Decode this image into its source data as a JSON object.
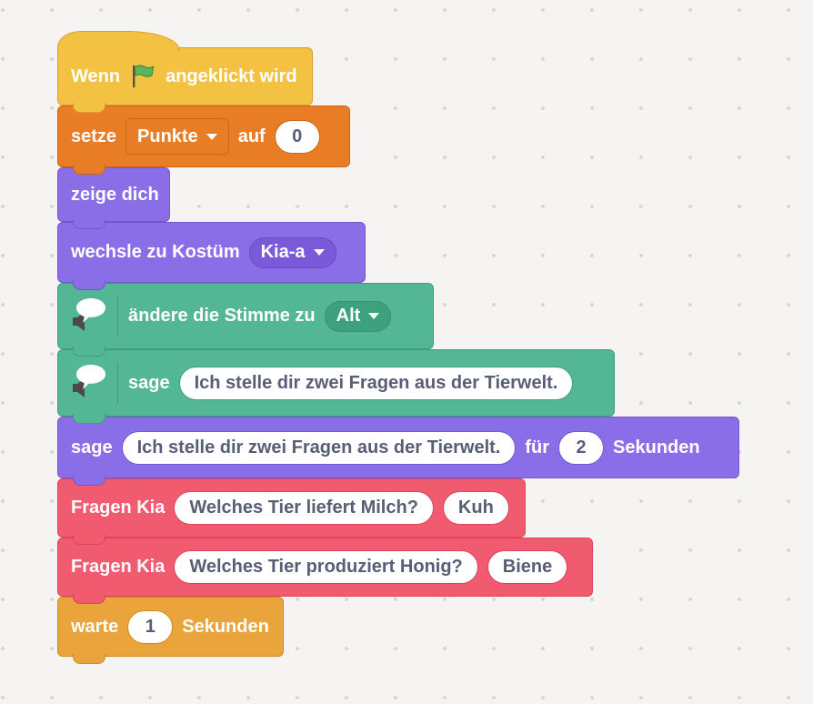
{
  "workspace": {
    "background": "#F6F3F3",
    "dot_color": "#D9D4D4"
  },
  "colors": {
    "events": {
      "fill": "#F4C242",
      "border": "#DB9E2E"
    },
    "variables": {
      "fill": "#E97D26",
      "border": "#CC6612"
    },
    "looks": {
      "fill": "#8A6EE8",
      "border": "#7456CF",
      "field": "#7A5AD9",
      "field_border": "#6A4AC4"
    },
    "tts": {
      "fill": "#53B795",
      "border": "#3D9E7C",
      "field": "#3EA17D",
      "field_border": "#35916F"
    },
    "myblocks": {
      "fill": "#F15B6F",
      "border": "#DA4460"
    },
    "control": {
      "fill": "#E9A53C",
      "border": "#CF8A1E"
    },
    "flag": {
      "fill": "#5CB55C",
      "border": "#3E8F3E",
      "pole": "#5C5147"
    },
    "speaker_icon": "#4A4A4A",
    "label_text": "#FFFFFF",
    "input_text": "#575E75"
  },
  "blocks": [
    {
      "name": "when-green-flag-clicked",
      "category": "events",
      "label_pre": "Wenn",
      "icon": "green-flag-icon",
      "label_post": "angeklickt wird"
    },
    {
      "name": "set-variable-to",
      "category": "variables",
      "label_pre": "setze",
      "dropdown": "Punkte",
      "label_mid": "auf",
      "value": "0"
    },
    {
      "name": "show",
      "category": "looks",
      "label_pre": "zeige dich"
    },
    {
      "name": "switch-costume-to",
      "category": "looks",
      "label_pre": "wechsle zu Kostüm",
      "dropdown": "Kia-a"
    },
    {
      "name": "tts-set-voice-to",
      "category": "tts",
      "icon": "text-to-speech-icon",
      "label_pre": "ändere die Stimme zu",
      "dropdown": "Alt"
    },
    {
      "name": "tts-speak",
      "category": "tts",
      "icon": "text-to-speech-icon",
      "label_pre": "sage",
      "value": "Ich stelle dir zwei Fragen aus der Tierwelt."
    },
    {
      "name": "say-for-seconds",
      "category": "looks",
      "label_pre": "sage",
      "value": "Ich stelle dir zwei Fragen aus der Tierwelt.",
      "label_mid": "für",
      "value2": "2",
      "label_post": "Sekunden"
    },
    {
      "name": "fragen-kia-question-1",
      "category": "myblocks",
      "label_pre": "Fragen Kia",
      "value": "Welches Tier liefert Milch?",
      "value2": "Kuh"
    },
    {
      "name": "fragen-kia-question-2",
      "category": "myblocks",
      "label_pre": "Fragen Kia",
      "value": "Welches Tier produziert Honig?",
      "value2": "Biene"
    },
    {
      "name": "wait-seconds",
      "category": "control",
      "label_pre": "warte",
      "value": "1",
      "label_post": "Sekunden"
    }
  ]
}
